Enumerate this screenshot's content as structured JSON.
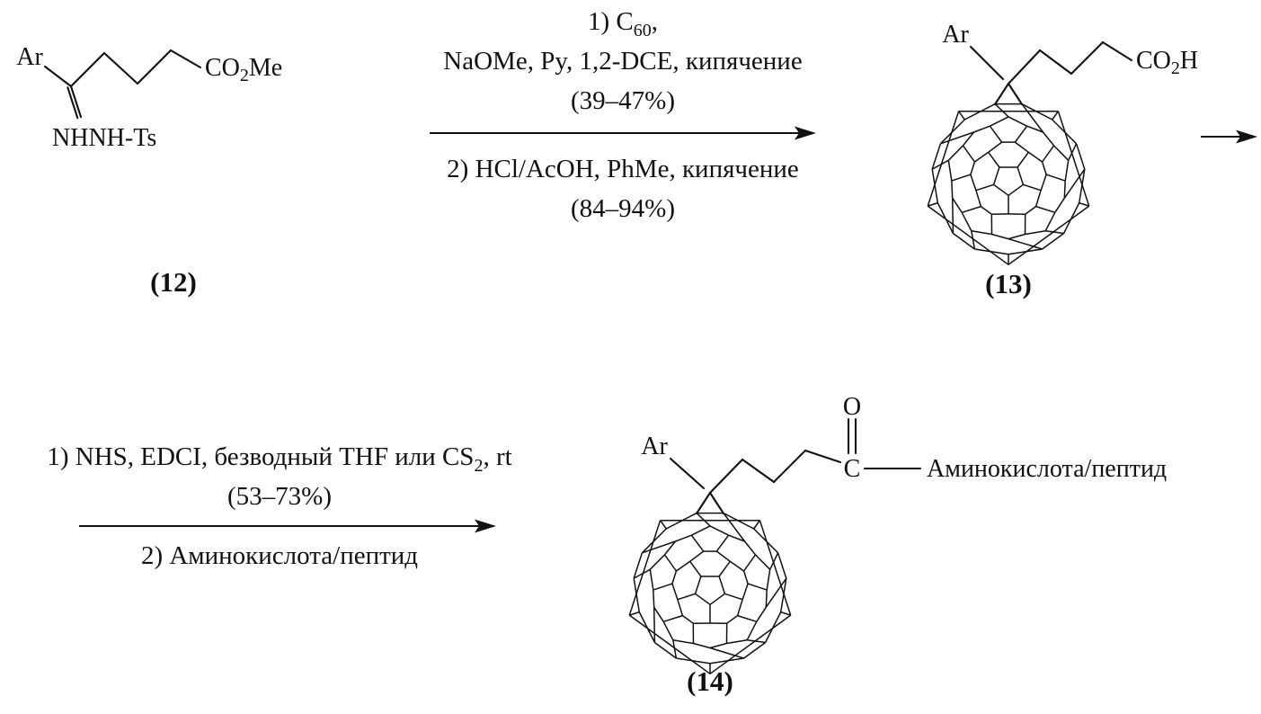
{
  "colors": {
    "ink": "#111111",
    "background": "#ffffff"
  },
  "compound12": {
    "ar_label": "Ar",
    "hydrazone_label": "NHNH-Ts",
    "ester": {
      "pre": "CO",
      "sub": "2",
      "post": "Me"
    },
    "id_label": "(12)"
  },
  "step1": {
    "above_line1": {
      "pre": "1) C",
      "sub": "60",
      "post": ","
    },
    "above_line2": "NaOMe, Py, 1,2-DCE, кипячение",
    "above_line3": "(39–47%)",
    "below_line1": "2) HCl/AcOH, PhMe, кипячение",
    "below_line2": "(84–94%)"
  },
  "compound13": {
    "ar_label": "Ar",
    "acid": {
      "pre": "CO",
      "sub": "2",
      "post": "H"
    },
    "id_label": "(13)"
  },
  "step2": {
    "above_line1": {
      "pre": "1) NHS, EDCI, безводный THF или CS",
      "sub": "2",
      "post": ", rt"
    },
    "above_line2": "(53–73%)",
    "below_line1": "2) Аминокислота/пептид"
  },
  "compound14": {
    "ar_label": "Ar",
    "carbonyl_o": "O",
    "carbonyl_c": "C",
    "amide_label": "Аминокислота/пептид",
    "id_label": "(14)"
  }
}
